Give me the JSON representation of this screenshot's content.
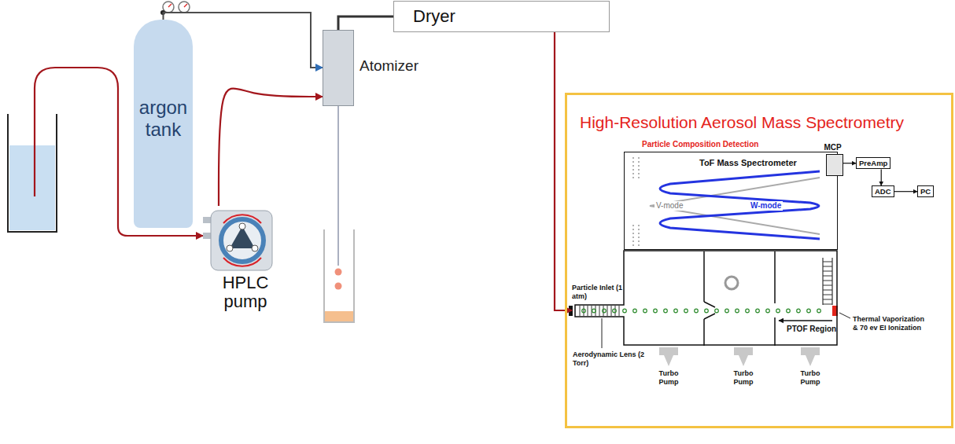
{
  "diagram": {
    "nodes": [
      {
        "text": [
          "argon tank"
        ]
      },
      {
        "text": [
          "HPLC pump"
        ]
      },
      {
        "text": [
          "Atomizer"
        ]
      },
      {
        "text": [
          "Dryer"
        ]
      },
      {
        "text": [
          "High-Resolution Aerosol Mass Spectrometry"
        ]
      },
      {
        "text": [
          "Particle Composition Detection",
          "ToF Mass Spectrometer"
        ],
        "in": 4
      },
      {
        "text": [
          "MCP"
        ],
        "in": 5
      },
      {
        "text": [
          "PreAmp"
        ],
        "in": 4
      },
      {
        "text": [
          "ADC"
        ],
        "in": 4
      },
      {
        "text": [
          "PC"
        ],
        "in": 4
      },
      {
        "text": [
          "PTOF Region"
        ],
        "in": 4
      }
    ],
    "edges": [
      {
        "from": 0,
        "to": 2,
        "arrow": "to"
      },
      {
        "from": 1,
        "to": 2,
        "arrow": "to"
      },
      {
        "from": 2,
        "to": 3,
        "arrow": "none"
      },
      {
        "from": 3,
        "to": 10,
        "arrow": "to"
      },
      {
        "from": 6,
        "to": 7,
        "arrow": "to"
      },
      {
        "from": 7,
        "to": 8,
        "arrow": "to"
      },
      {
        "from": 8,
        "to": 9,
        "arrow": "to"
      }
    ],
    "labels": [
      "V-mode",
      "W-mode",
      "Particle Inlet (1 atm)",
      "Aerodynamic Lens (2 Torr)",
      "Thermal Vaporization & 70 ev EI Ionization",
      "Turbo Pump",
      "Turbo Pump",
      "Turbo Pump"
    ]
  }
}
